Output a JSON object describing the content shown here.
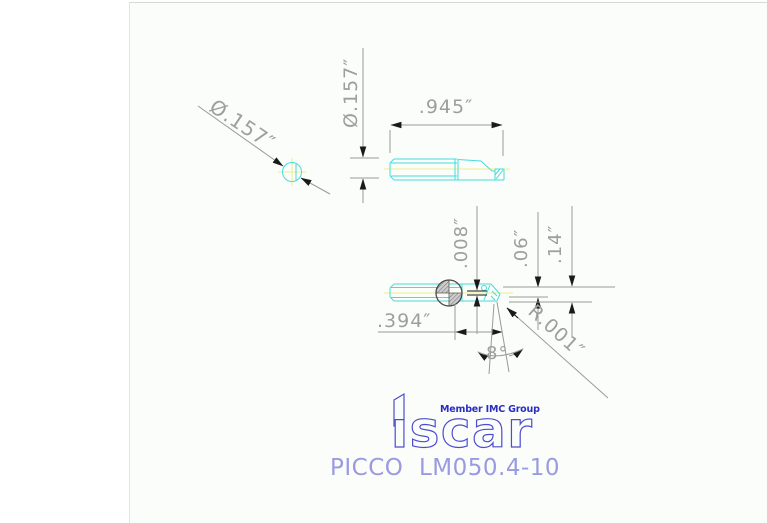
{
  "product": {
    "code": "PICCO  LM050.4-10"
  },
  "logo": {
    "tagline": "Member IMC Group",
    "brand": "iscar",
    "brand_display": "ıscar"
  },
  "views": {
    "end_view": {
      "diameter_label": "Ø.157″"
    },
    "side_view": {
      "diameter_label": "Ø.157″",
      "overall_length_label": ".945″"
    },
    "detail_view": {
      "edge_offset_label": ".008″",
      "head_small_label": ".06″",
      "head_large_label": ".14″",
      "reach_label": ".394″",
      "tip_angle_label": "8°",
      "corner_radius_label": "R.001″"
    }
  },
  "colors": {
    "tool_outline": "#45dcdc",
    "centerline_yellow": "#eeee88",
    "dimension_gray": "#9e9e9e",
    "arrow_black": "#1a1a1a",
    "logo_blue": "#4d4dd0",
    "tagline_blue": "#2d2dc4",
    "product_text": "#9a9ae0",
    "canvas_bg": "#fbfdfa"
  }
}
